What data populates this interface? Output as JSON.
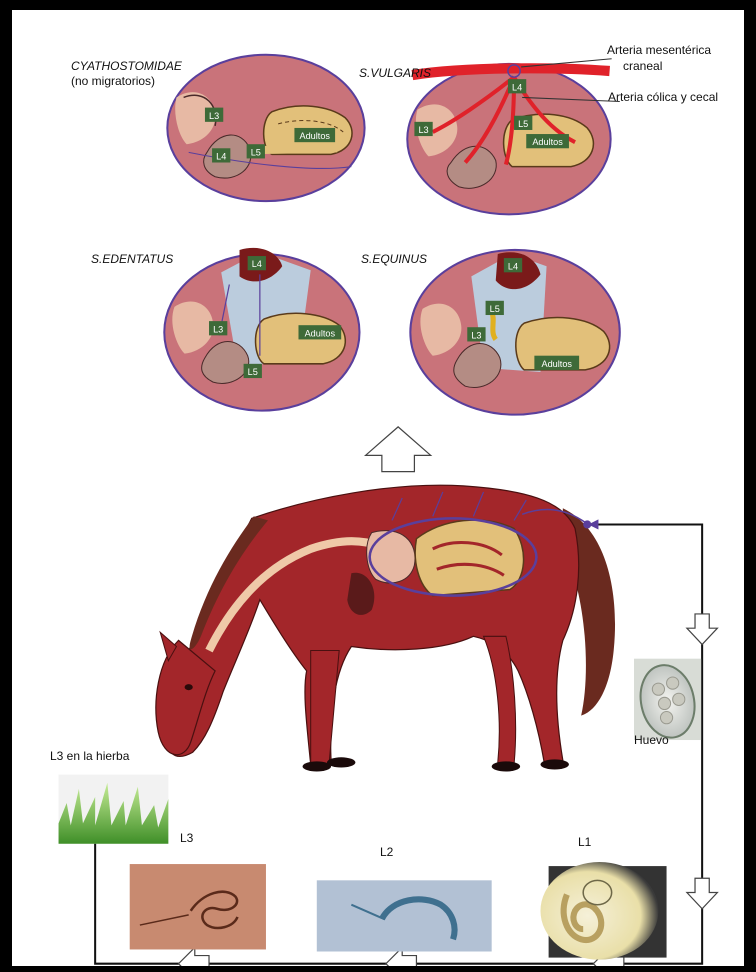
{
  "panels": [
    {
      "name": "CYATHOSTOMIDAE",
      "subtitle": "(no migratorios)",
      "tags": [
        "L3",
        "L4",
        "L5",
        "Adultos"
      ]
    },
    {
      "name": "S.VULGARIS",
      "tags": [
        "L4",
        "L3",
        "L5",
        "Adultos"
      ]
    },
    {
      "name": "S.EDENTATUS",
      "tags": [
        "L4",
        "L3",
        "Adultos",
        "L5"
      ]
    },
    {
      "name": "S.EQUINUS",
      "tags": [
        "L4",
        "L5",
        "L3",
        "Adultos"
      ]
    }
  ],
  "annotations": {
    "arteria_mesenterica": "Arteria mesentérica",
    "craneal": "craneal",
    "arteria_colica": "Arteria cólica y cecal"
  },
  "cycle": {
    "egg": "Huevo",
    "l1": "L1",
    "l2": "L2",
    "l3": "L3",
    "l3_grass": "L3 en la hierba"
  },
  "colors": {
    "panel_bg": "#c9737a",
    "panel_border": "#5a3f9c",
    "horse": "#a3262a",
    "tag": "#3e6a38",
    "artery": "#e0222a"
  }
}
